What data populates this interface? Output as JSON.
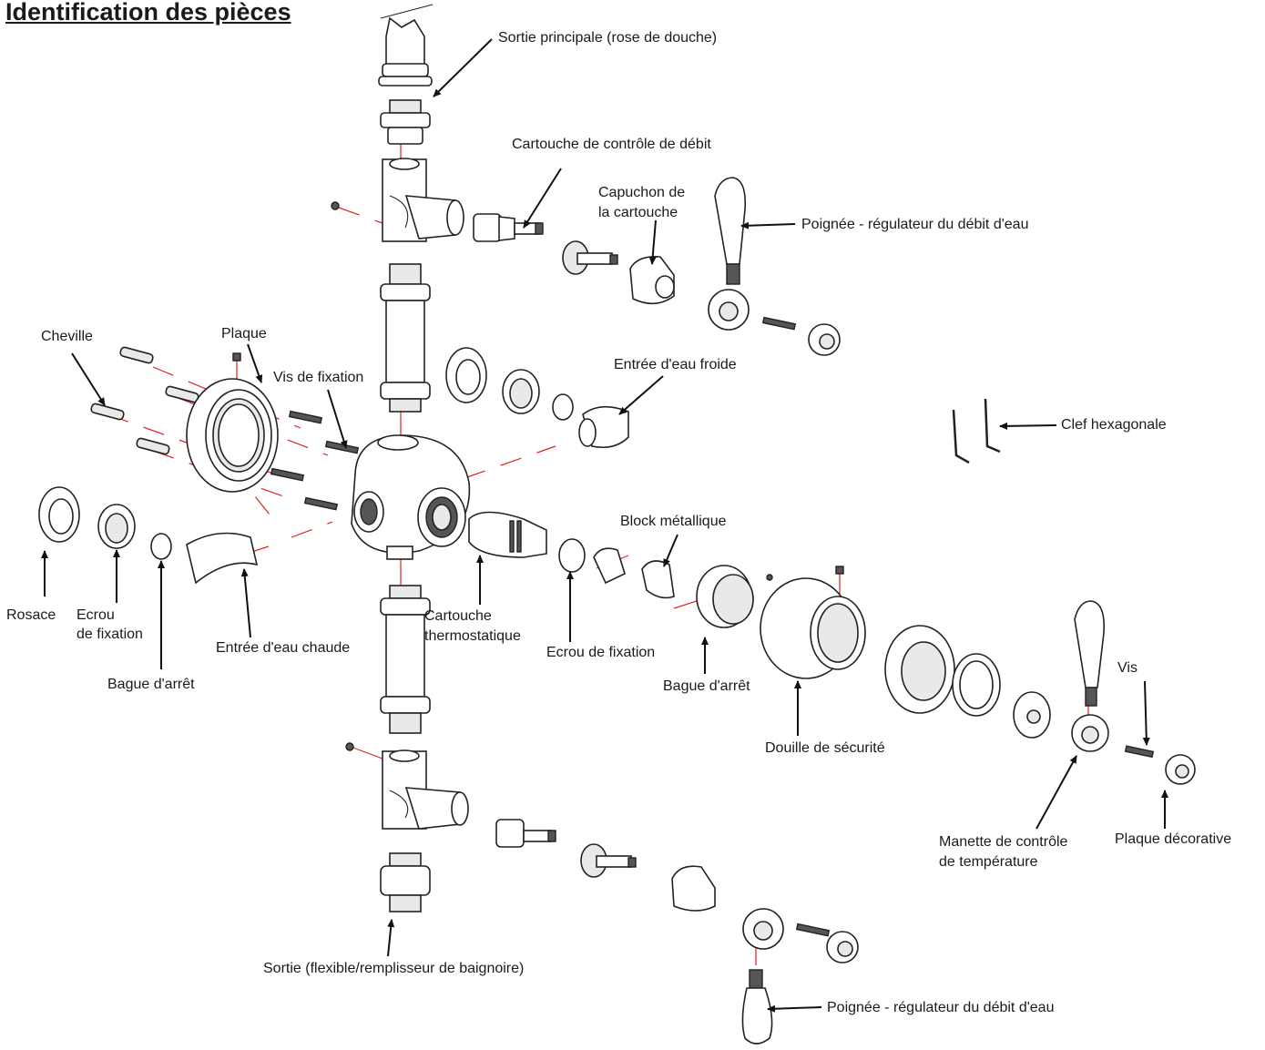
{
  "title": "Identification des pièces",
  "labels": {
    "sortie_principale": "Sortie principale (rose de douche)",
    "cartouche_debit": "Cartouche de contrôle de débit",
    "capuchon_1": "Capuchon de",
    "capuchon_2": "la cartouche",
    "poignee_haut": "Poignée - régulateur du débit d'eau",
    "cheville": "Cheville",
    "plaque": "Plaque",
    "vis_fixation": "Vis de fixation",
    "entree_froide": "Entrée d'eau froide",
    "clef": "Clef hexagonale",
    "block": "Block métallique",
    "rosace": "Rosace",
    "ecrou_1": "Ecrou",
    "ecrou_2": "de fixation",
    "bague_gauche": "Bague d'arrêt",
    "entree_chaude": "Entrée d'eau chaude",
    "cartouche_th_1": "Cartouche",
    "cartouche_th_2": "thermostatique",
    "ecrou_fixation": "Ecrou de fixation",
    "bague_droite": "Bague d'arrêt",
    "vis": "Vis",
    "douille": "Douille de sécurité",
    "manette_1": "Manette de contrôle",
    "manette_2": "de température",
    "plaque_deco": "Plaque décorative",
    "sortie_flexible": "Sortie (flexible/remplisseur de baignoire)",
    "poignee_bas": "Poignée - régulateur du débit d'eau"
  },
  "colors": {
    "ink": "#1a1a1a",
    "guide_line": "#e0251b"
  }
}
